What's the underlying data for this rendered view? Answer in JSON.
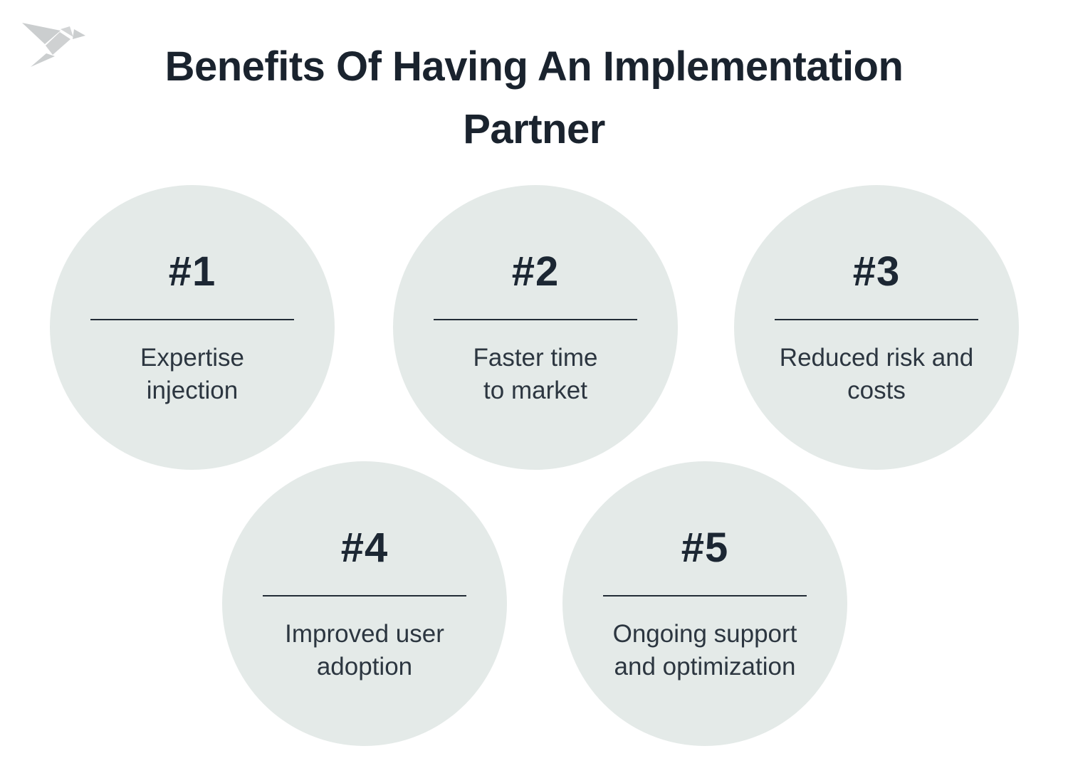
{
  "theme": {
    "page_bg": "#ffffff",
    "circle_fill": "#e4eae8",
    "title_color": "#1a232e",
    "number_color": "#1c2733",
    "divider_color": "#222c36",
    "label_color": "#2c3640",
    "logo_color": "#c8cbcc"
  },
  "logo": {
    "name": "origami-bird-logo"
  },
  "title": {
    "text": "Benefits Of Having An Implementation Partner",
    "lines": [
      "Benefits Of Having An Implementation",
      "Partner"
    ]
  },
  "benefits": [
    {
      "number": "#1",
      "label": "Expertise injection",
      "label_lines": [
        "Expertise",
        "injection"
      ]
    },
    {
      "number": "#2",
      "label": "Faster time to market",
      "label_lines": [
        "Faster time",
        "to market"
      ]
    },
    {
      "number": "#3",
      "label": "Reduced risk and costs",
      "label_lines": [
        "Reduced risk and",
        "costs"
      ]
    },
    {
      "number": "#4",
      "label": "Improved user adoption",
      "label_lines": [
        "Improved user",
        "adoption"
      ]
    },
    {
      "number": "#5",
      "label": "Ongoing support and optimization",
      "label_lines": [
        "Ongoing support",
        "and optimization"
      ]
    }
  ]
}
